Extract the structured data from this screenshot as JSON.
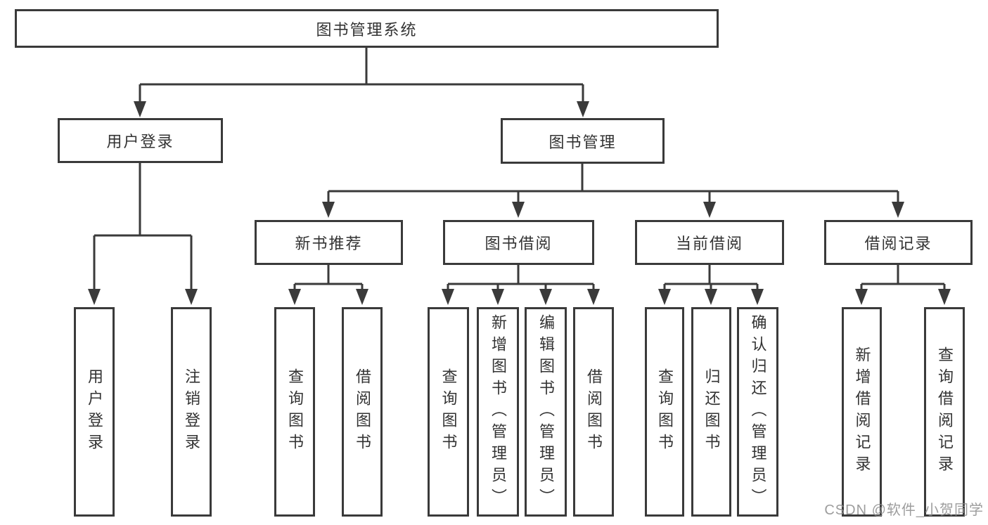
{
  "diagram": {
    "root_label": "图书管理系统",
    "level2": [
      {
        "id": "user-login",
        "label": "用户登录"
      },
      {
        "id": "book-management",
        "label": "图书管理"
      }
    ],
    "level3": [
      {
        "id": "new-book-recommend",
        "label": "新书推荐"
      },
      {
        "id": "book-borrow",
        "label": "图书借阅"
      },
      {
        "id": "current-borrow",
        "label": "当前借阅"
      },
      {
        "id": "borrow-record",
        "label": "借阅记录"
      }
    ],
    "level4": [
      {
        "group": "用户登录",
        "label": "用户登录"
      },
      {
        "group": "用户登录",
        "label": "注销登录"
      },
      {
        "group": "新书推荐",
        "label": "查询图书"
      },
      {
        "group": "新书推荐",
        "label": "借阅图书"
      },
      {
        "group": "图书借阅",
        "label": "查询图书"
      },
      {
        "group": "图书借阅",
        "label": "新增图书（管理员）"
      },
      {
        "group": "图书借阅",
        "label": "编辑图书（管理员）"
      },
      {
        "group": "图书借阅",
        "label": "借阅图书"
      },
      {
        "group": "当前借阅",
        "label": "查询图书"
      },
      {
        "group": "当前借阅",
        "label": "归还图书"
      },
      {
        "group": "当前借阅",
        "label": "确认归还（管理员）"
      },
      {
        "group": "借阅记录",
        "label": "新增借阅记录"
      },
      {
        "group": "借阅记录",
        "label": "查询借阅记录"
      }
    ]
  },
  "watermark": {
    "text": "CSDN @软件_小贺同学"
  },
  "colors": {
    "line": "#3a3a3a",
    "text": "#333333",
    "background": "#ffffff",
    "watermark": "#8c8c8c"
  }
}
